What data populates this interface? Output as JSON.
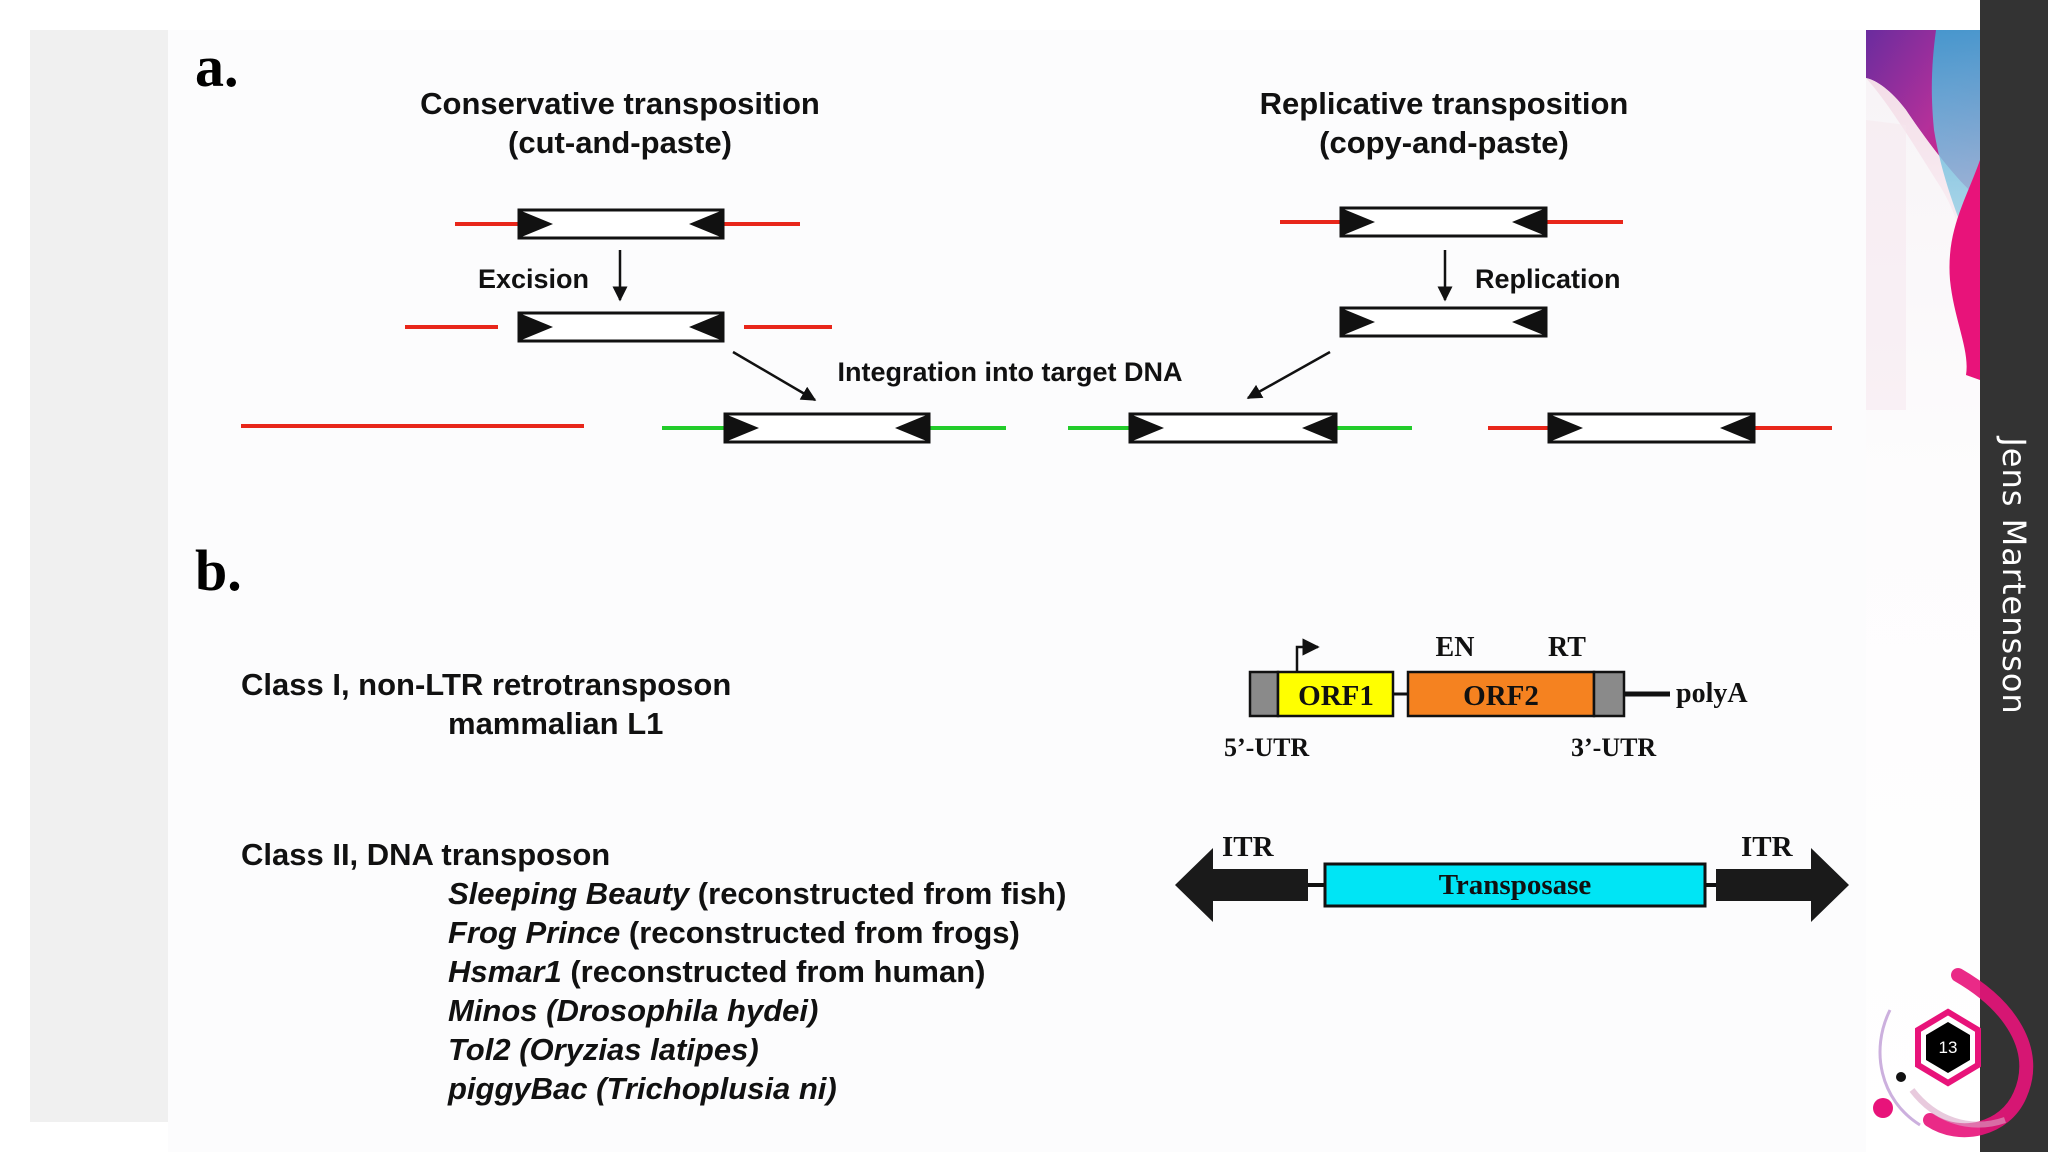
{
  "author": "Jens Martensson",
  "page_number": "13",
  "colors": {
    "donor_dna": "#e8261a",
    "target_dna": "#22cc2a",
    "orf1": "#ffff00",
    "orf2": "#f58220",
    "utr": "#8a8a8a",
    "transposase": "#00e5f5",
    "itr": "#1a1a1a",
    "sidebar": "#333333",
    "accent_pink": "#e8137a",
    "accent_purple": "#7a2fa8",
    "accent_cyan": "#4fb8d8"
  },
  "panel_a": {
    "letter": "a.",
    "conservative": {
      "title_line1": "Conservative transposition",
      "title_line2": "(cut-and-paste)",
      "step_label": "Excision"
    },
    "replicative": {
      "title_line1": "Replicative transposition",
      "title_line2": "(copy-and-paste)",
      "step_label": "Replication"
    },
    "integration_label": "Integration into target DNA"
  },
  "panel_b": {
    "letter": "b.",
    "class1": {
      "line1": "Class I,  non-LTR retrotransposon",
      "line2": "mammalian L1",
      "diagram": {
        "orf1": "ORF1",
        "orf2": "ORF2",
        "en": "EN",
        "rt": "RT",
        "polya": "polyA",
        "utr5": "5’-UTR",
        "utr3": "3’-UTR"
      }
    },
    "class2": {
      "heading": "Class II, DNA transposon",
      "examples": [
        {
          "name": "Sleeping Beauty",
          "note": " (reconstructed from fish)"
        },
        {
          "name": "Frog Prince",
          "note": " (reconstructed from frogs)"
        },
        {
          "name": "Hsmar1",
          "note": " (reconstructed from human)"
        },
        {
          "name": "Minos",
          "note": " (Drosophila hydei)"
        },
        {
          "name": "Tol2 (Oryzias latipes)",
          "note": ""
        },
        {
          "name": "piggyBac (Trichoplusia ni)",
          "note": ""
        }
      ],
      "diagram": {
        "itr_left": "ITR",
        "itr_right": "ITR",
        "transposase": "Transposase"
      }
    }
  }
}
